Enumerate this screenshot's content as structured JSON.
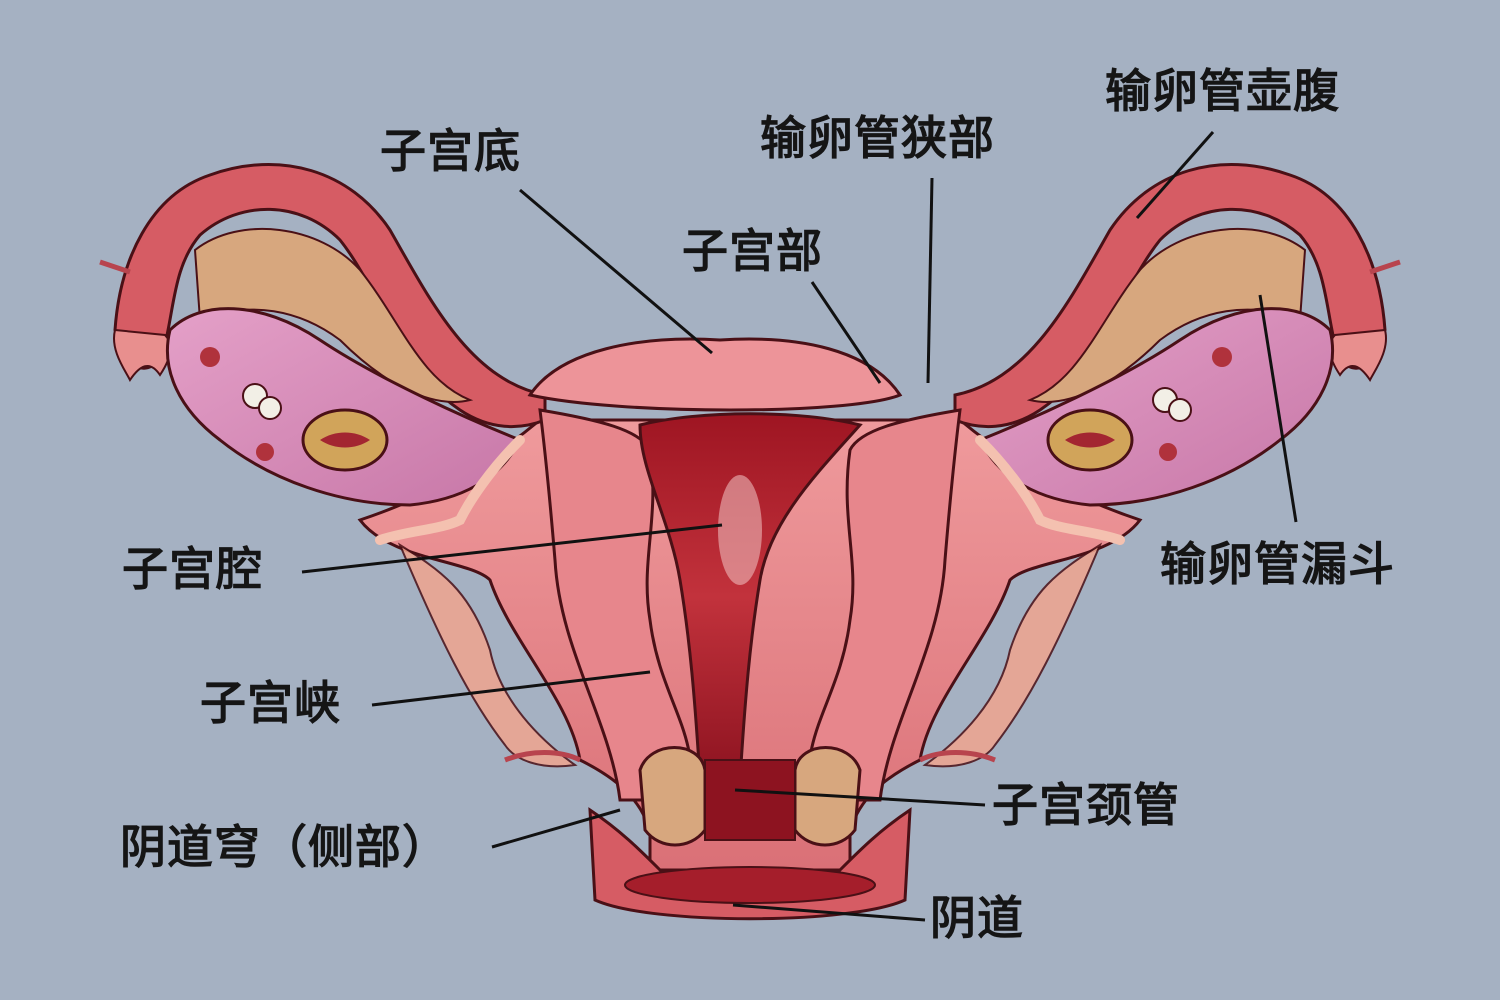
{
  "background_color": "#a5b1c2",
  "colors": {
    "tissue": "#e47f84",
    "tissue_dark": "#b8444e",
    "cavity": "#b21e2c",
    "ovary": "#d889b4",
    "ovary_dark": "#b05e8c",
    "fold": "#d7a77e",
    "outline": "#4a1016",
    "label_text": "#151515",
    "leader_line": "#111111"
  },
  "labels": {
    "fundus": "子宫底",
    "isthmus_tube": "输卵管狭部",
    "ampulla": "输卵管壶腹",
    "uterine_part": "子宫部",
    "cavity": "子宫腔",
    "infundibulum": "输卵管漏斗",
    "isthmus_uterus": "子宫峡",
    "cervical_canal": "子宫颈管",
    "fornix": "阴道穹（侧部）",
    "vagina": "阴道"
  }
}
